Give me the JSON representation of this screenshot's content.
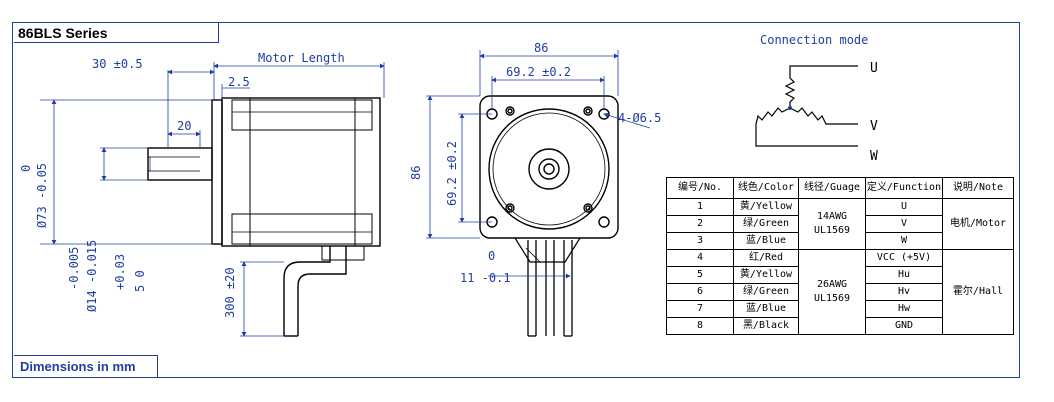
{
  "title": "86BLS Series",
  "footer": "Dimensions in mm",
  "side_view": {
    "dim_shaft_len": "30 ±0.5",
    "dim_motor_length": "Motor Length",
    "dim_flange": "2.5",
    "dim_key": "20",
    "dim_boss": "Ø73 -0.05",
    "dim_boss_tol": "0",
    "dim_shaft": "Ø14 -0.015",
    "dim_shaft_tol": "-0.005",
    "dim_key_h": "+0.03",
    "dim_key_h_tol": "5  0",
    "dim_lead": "300 ±20"
  },
  "front_view": {
    "dim_width": "86",
    "dim_holes_h": "69.2 ±0.2",
    "dim_holes_v": "69.2 ±0.2",
    "dim_height": "86",
    "dim_hole_dia": "4-Ø6.5",
    "dim_key_depth": "11 -0.1",
    "dim_key_depth_tol": "0"
  },
  "connection": {
    "title": "Connection mode",
    "u": "U",
    "v": "V",
    "w": "W"
  },
  "table": {
    "headers": [
      "编号/No.",
      "线色/Color",
      "线径/Guage",
      "定义/Function",
      "说明/Note"
    ],
    "rows": [
      {
        "no": "1",
        "color": "黄/Yellow",
        "function": "U"
      },
      {
        "no": "2",
        "color": "绿/Green",
        "function": "V"
      },
      {
        "no": "3",
        "color": "蓝/Blue",
        "function": "W"
      },
      {
        "no": "4",
        "color": "红/Red",
        "function": "VCC (+5V)"
      },
      {
        "no": "5",
        "color": "黄/Yellow",
        "function": "Hu"
      },
      {
        "no": "6",
        "color": "绿/Green",
        "function": "Hv"
      },
      {
        "no": "7",
        "color": "蓝/Blue",
        "function": "Hw"
      },
      {
        "no": "8",
        "color": "黑/Black",
        "function": "GND"
      }
    ],
    "gauge_motor": [
      "14AWG",
      "UL1569"
    ],
    "gauge_hall": [
      "26AWG",
      "UL1569"
    ],
    "note_motor": "电机/Motor",
    "note_hall": "霍尔/Hall"
  }
}
